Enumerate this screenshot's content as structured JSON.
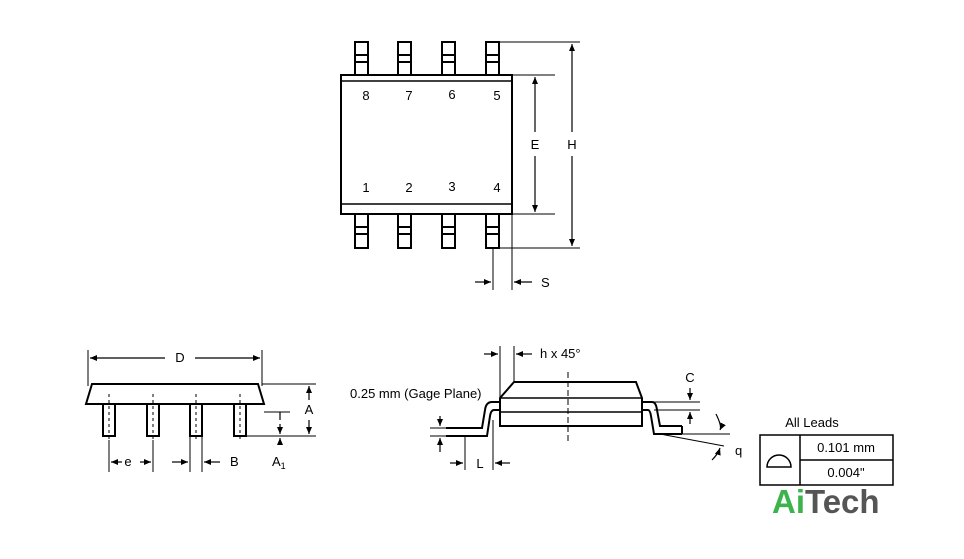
{
  "top_view": {
    "pins_top": [
      "8",
      "7",
      "6",
      "5"
    ],
    "pins_bottom": [
      "1",
      "2",
      "3",
      "4"
    ],
    "dim_e": "E",
    "dim_h": "H",
    "dim_s": "S"
  },
  "side_view": {
    "dim_d": "D",
    "dim_a": "A",
    "dim_a1_main": "A",
    "dim_a1_sub": "1",
    "dim_e_pitch": "e",
    "dim_b": "B"
  },
  "end_view": {
    "chamfer": "h x 45°",
    "dim_c": "C",
    "gage_plane": "0.25 mm (Gage Plane)",
    "dim_l": "L",
    "dim_q": "q"
  },
  "coplanarity": {
    "title": "All Leads",
    "metric": "0.101 mm",
    "imperial": "0.004\""
  },
  "logo": {
    "part1": "Ai",
    "part2": "Tech",
    "color1": "#3cb44b",
    "color2": "#555555"
  }
}
